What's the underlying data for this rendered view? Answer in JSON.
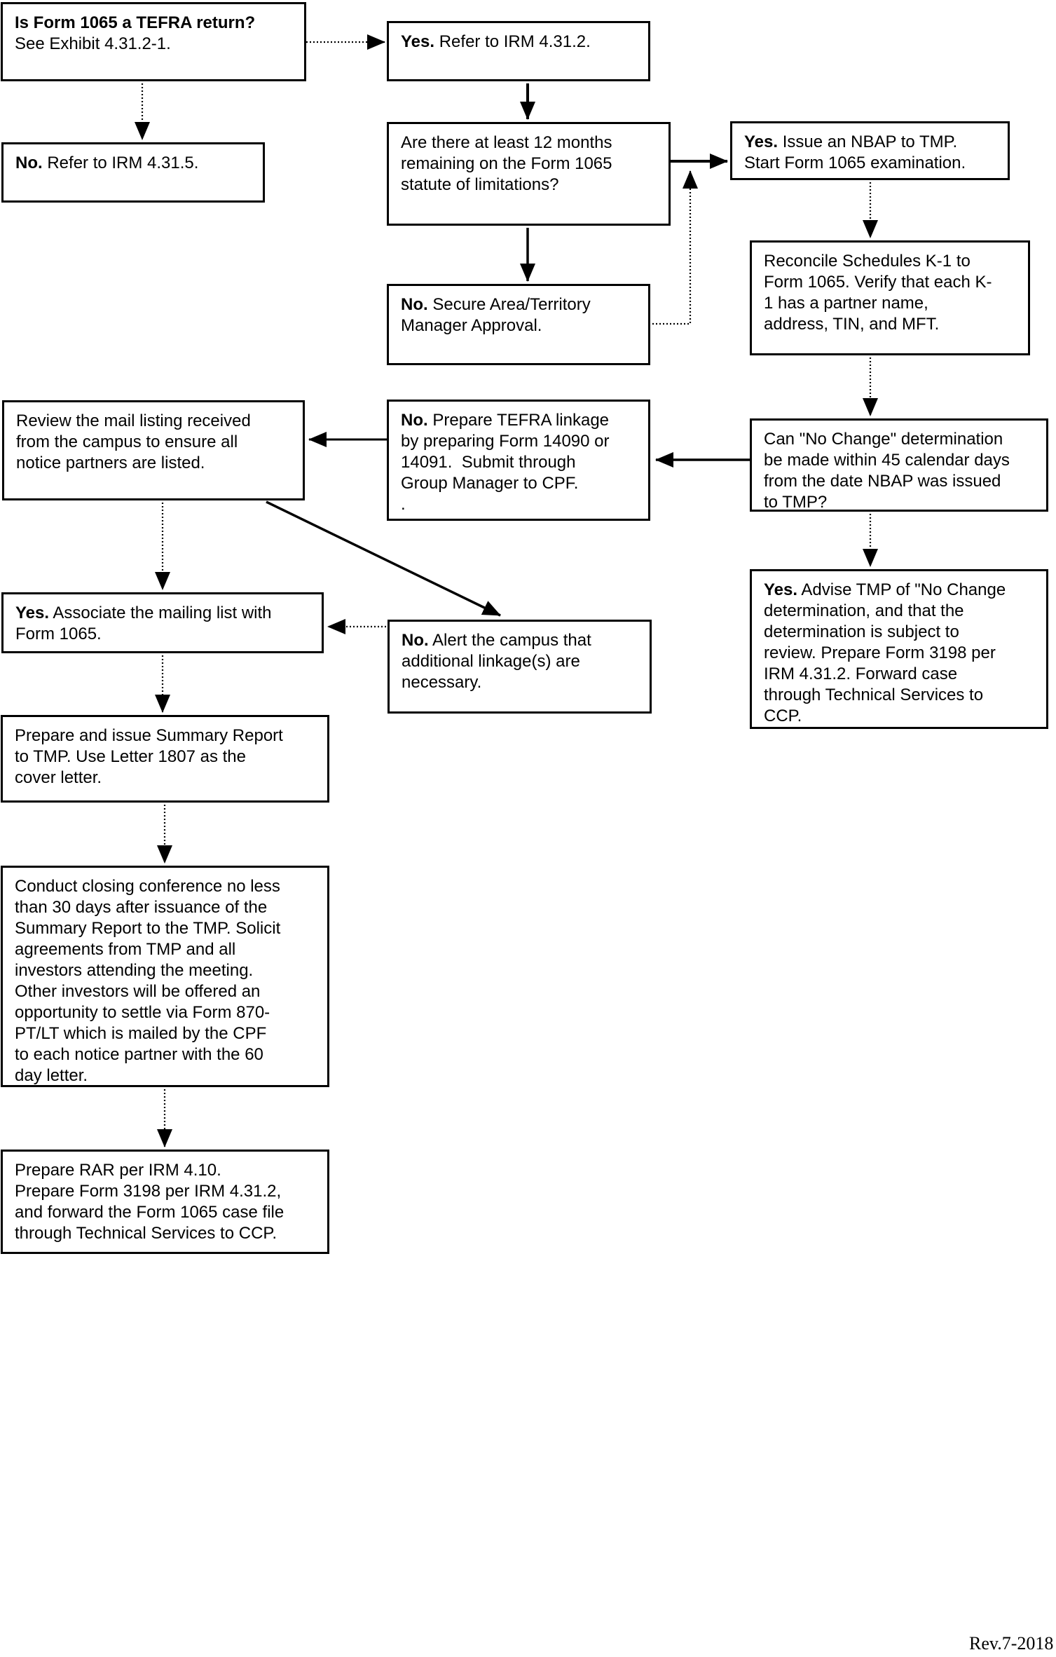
{
  "colors": {
    "ink": "#000000",
    "paper": "#ffffff"
  },
  "boxes": {
    "tefra_question": {
      "bold": "Is Form 1065 a TEFRA return?",
      "text": "\nSee Exhibit 4.31.2-1."
    },
    "no_refer": {
      "bold": "No.",
      "text": " Refer to IRM 4.31.5."
    },
    "yes_refer": {
      "bold": "Yes.",
      "text": " Refer to IRM 4.31.2."
    },
    "statute_question": {
      "bold": "",
      "text": "Are there at least 12 months\nremaining on the Form 1065\nstatute of limitations?"
    },
    "yes_nbap": {
      "bold": "Yes.",
      "text": " Issue an NBAP to TMP.\nStart Form 1065 examination."
    },
    "no_secure": {
      "bold": "No.",
      "text": " Secure Area/Territory\nManager Approval."
    },
    "reconcile": {
      "bold": "",
      "text": "Reconcile Schedules K-1 to\nForm 1065. Verify that each K-\n1 has a partner name,\naddress, TIN, and MFT."
    },
    "no_change_question": {
      "bold": "",
      "text": "Can \"No Change\" determination\nbe made within 45 calendar days\nfrom the date NBAP was issued\nto TMP?"
    },
    "review_mail": {
      "bold": "",
      "text": "Review the mail listing received\nfrom the campus to ensure all\nnotice partners are listed."
    },
    "no_linkage": {
      "bold": "No.",
      "text": " Prepare TEFRA linkage\nby preparing Form 14090 or\n14091.  Submit through\nGroup Manager to CPF.\n."
    },
    "yes_advise": {
      "bold": "Yes.",
      "text": " Advise TMP of \"No Change\ndetermination, and that the\ndetermination is subject to\nreview. Prepare Form 3198 per\nIRM 4.31.2. Forward case\nthrough Technical Services to\nCCP."
    },
    "yes_associate": {
      "bold": "Yes.",
      "text": " Associate the mailing list with\nForm 1065."
    },
    "no_alert": {
      "bold": "No.",
      "text": " Alert the campus that\nadditional linkage(s) are\nnecessary."
    },
    "summary_report": {
      "bold": "",
      "text": "Prepare and issue Summary Report\nto TMP. Use Letter 1807 as the\ncover letter."
    },
    "closing_conference": {
      "bold": "",
      "text": "Conduct closing conference no less\nthan 30 days after issuance of the\nSummary Report to the TMP. Solicit\nagreements from TMP and all\ninvestors attending the meeting.\nOther investors will be offered an\nopportunity to settle via Form 870-\nPT/LT which is mailed by the CPF\nto each notice partner with the 60\nday letter."
    },
    "prepare_rar": {
      "bold": "",
      "text": "Prepare RAR per IRM 4.10.\nPrepare Form 3198 per IRM 4.31.2,\nand forward the Form 1065 case file\nthrough Technical Services to CCP."
    }
  },
  "footer": {
    "revision": "Rev.7-2018"
  }
}
